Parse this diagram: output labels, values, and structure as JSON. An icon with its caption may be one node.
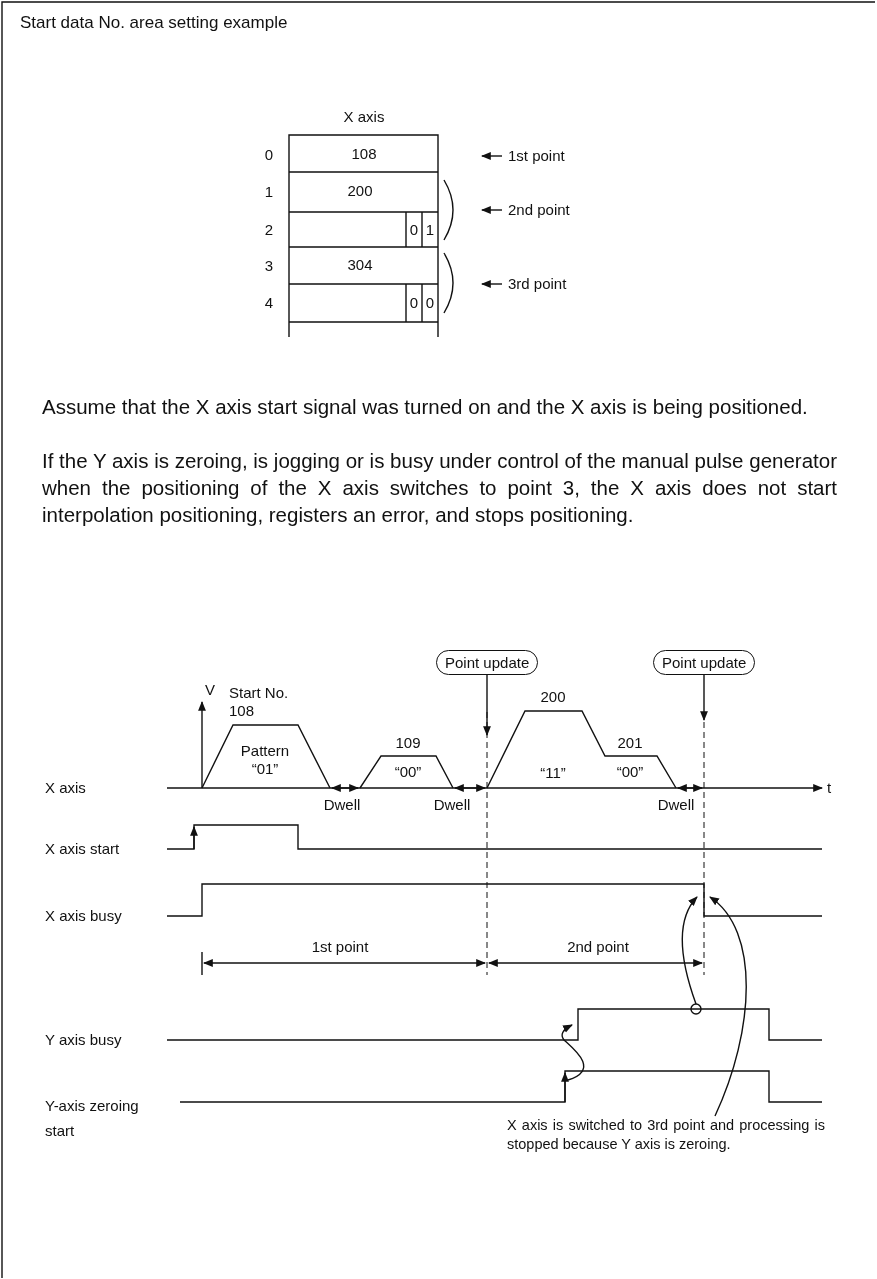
{
  "diagram": {
    "title": "Start data No. area setting example",
    "nodes": [
      {
        "text": [
          "Point update"
        ]
      },
      {
        "text": [
          "Point update"
        ]
      },
      {
        "text": [
          "X axis is switched to 3rd point and processing is stopped because Y axis is zeroing."
        ]
      }
    ],
    "edges": [
      {
        "from": 0,
        "to": null,
        "arrow": "to"
      },
      {
        "from": 1,
        "to": null,
        "arrow": "to"
      },
      {
        "from": 2,
        "to": null,
        "arrow": "to"
      }
    ],
    "labels": [
      "X axis",
      "0",
      "108",
      "1st point",
      "1",
      "200",
      "2nd point",
      "2",
      "0",
      "1",
      "3",
      "304",
      "3rd point",
      "4",
      "0",
      "0",
      "Assume that the X axis start signal was turned on and the X axis is being positioned.",
      "If the Y axis is zeroing, is jogging or is busy under control of the manual pulse generator when the positioning of the X axis switches to point 3, the X axis does not start interpolation positioning, registers an error, and stops positioning.",
      "V",
      "Start No. 108",
      "Pattern “01”",
      "109",
      "“00”",
      "200",
      "“11”",
      "201",
      "“00”",
      "X axis",
      "t",
      "Dwell",
      "Dwell",
      "Dwell",
      "X axis start",
      "X axis busy",
      "1st point",
      "2nd point",
      "Y axis busy",
      "Y-axis zeroing start"
    ]
  }
}
